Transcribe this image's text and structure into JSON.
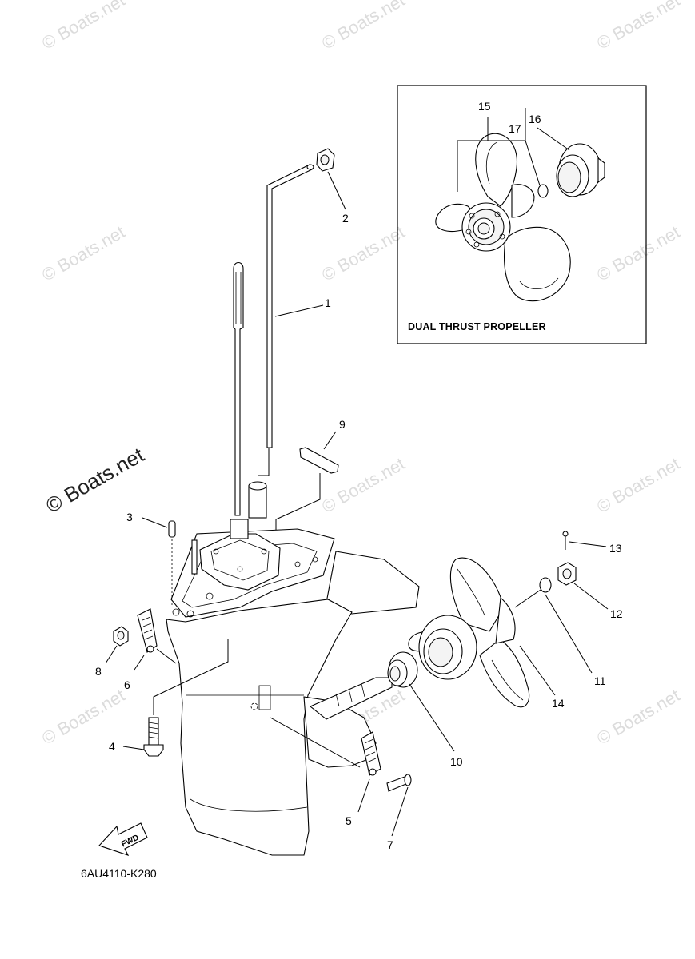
{
  "watermark": "© Boats.net",
  "part_code": "6AU4110-K280",
  "inset": {
    "title": "DUAL THRUST PROPELLER"
  },
  "fwd_label": "FWD",
  "callouts": {
    "c1": "1",
    "c2": "2",
    "c3": "3",
    "c4": "4",
    "c5": "5",
    "c6": "6",
    "c7": "7",
    "c8": "8",
    "c9": "9",
    "c10": "10",
    "c11": "11",
    "c12": "12",
    "c13": "13",
    "c14": "14",
    "c15": "15",
    "c16": "16",
    "c17": "17"
  }
}
